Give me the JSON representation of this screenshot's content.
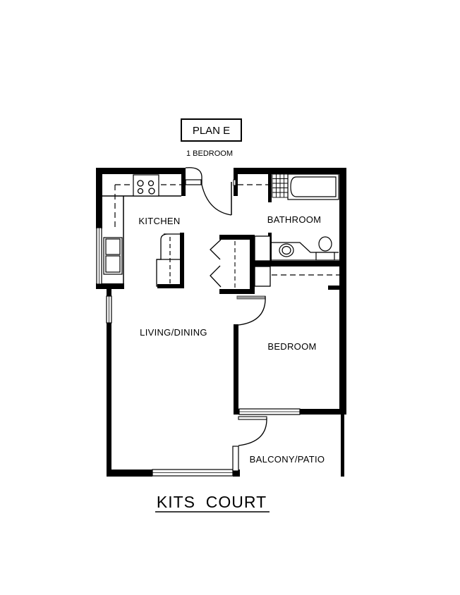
{
  "header": {
    "plan_title": "PLAN E",
    "subtitle": "1 BEDROOM"
  },
  "rooms": {
    "kitchen": "KITCHEN",
    "bathroom": "BATHROOM",
    "living_dining": "LIVING/DINING",
    "bedroom": "BEDROOM",
    "balcony_patio": "BALCONY/PATIO"
  },
  "footer": {
    "building_name": "KITS  COURT"
  },
  "colors": {
    "wall": "#000000",
    "background": "#ffffff",
    "window_glass": "#ffffff",
    "door_frame": "#777777"
  }
}
